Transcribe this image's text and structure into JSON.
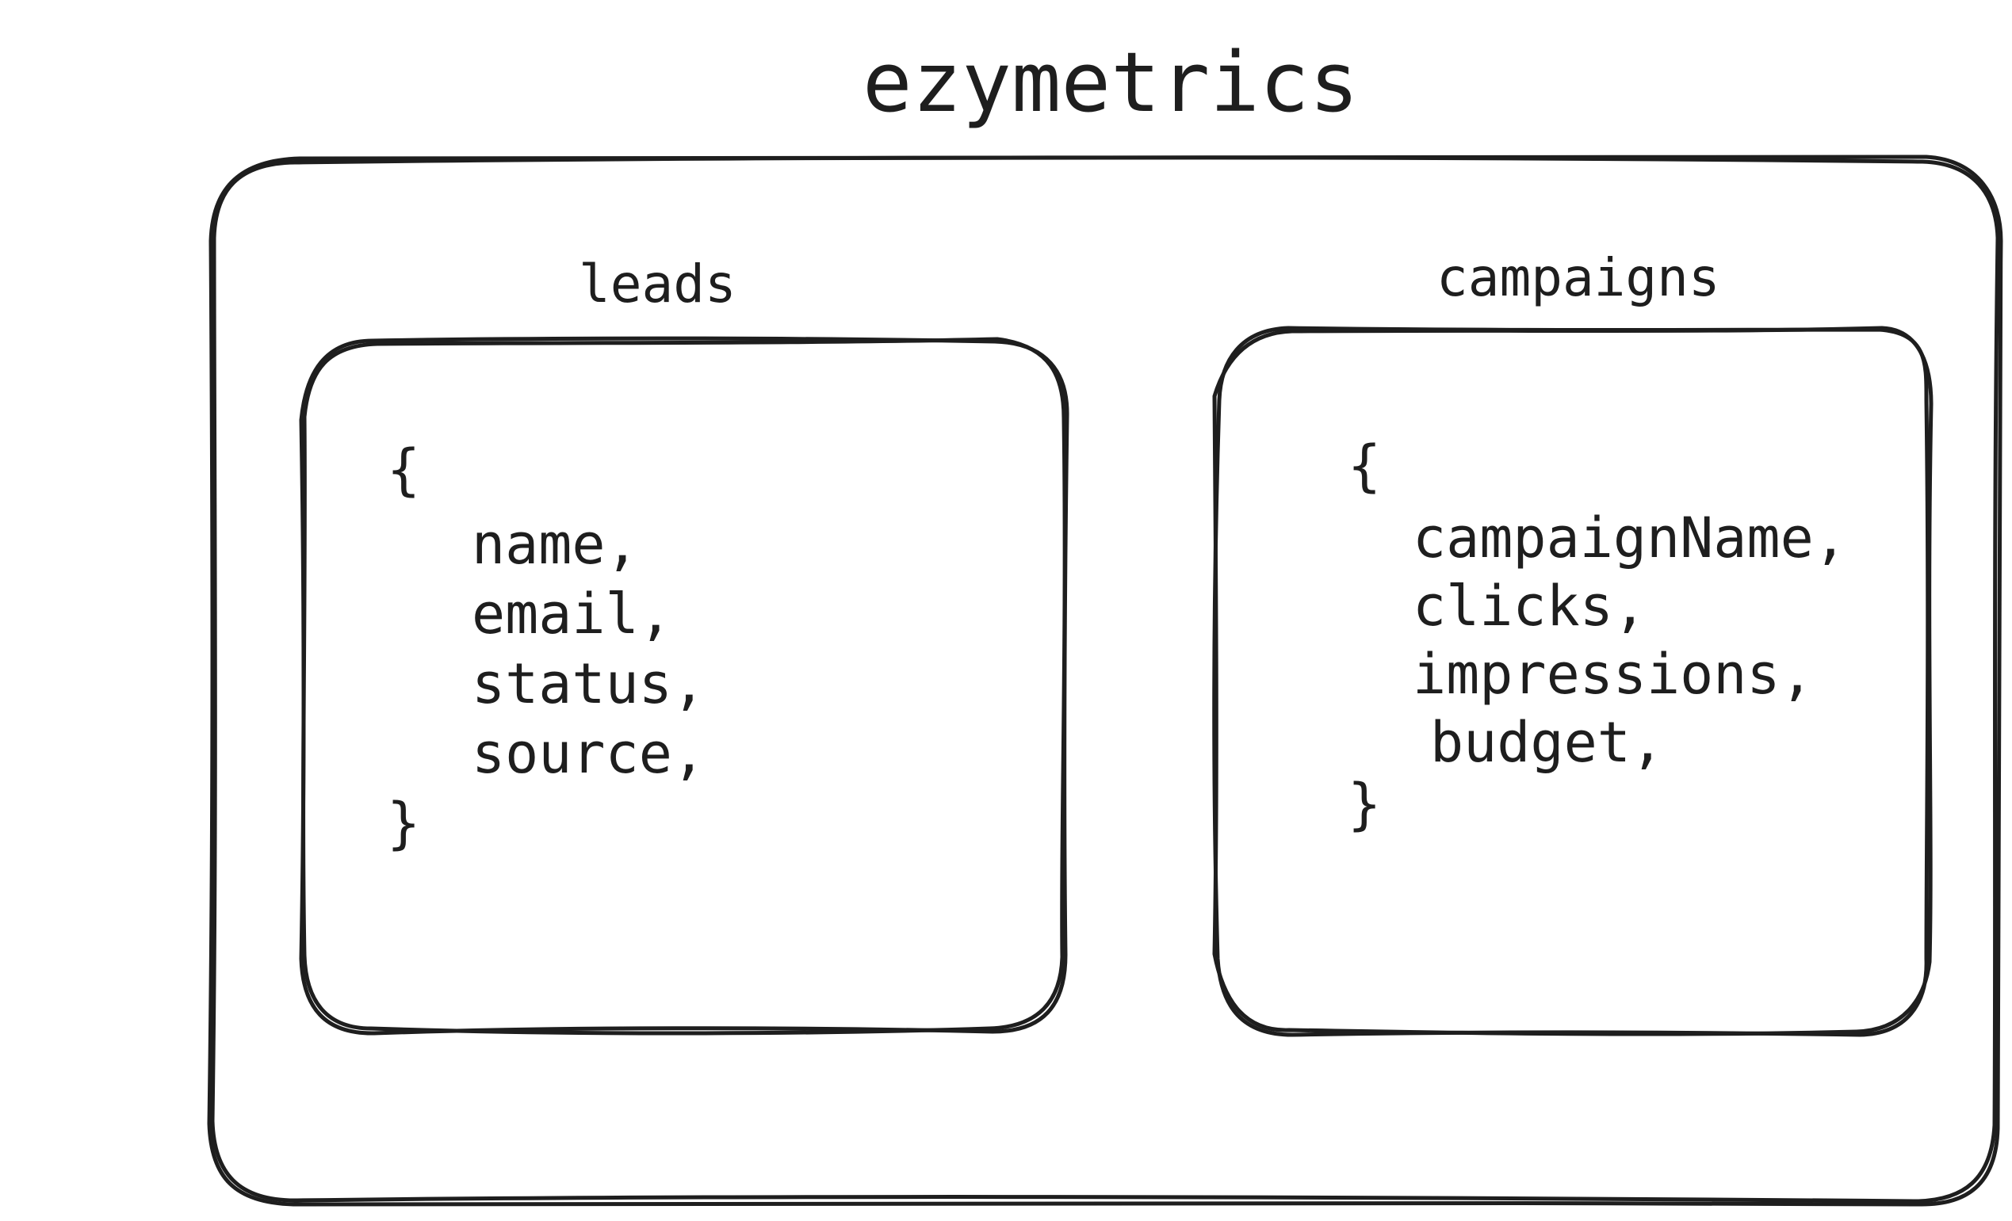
{
  "title": "ezymetrics",
  "collections": [
    {
      "label": "leads",
      "open_brace": "{",
      "fields": [
        "name,",
        "email,",
        "status,",
        "source,"
      ],
      "close_brace": "}"
    },
    {
      "label": "campaigns",
      "open_brace": "{",
      "fields": [
        "campaignName,",
        "clicks,",
        "impressions,",
        "budget,"
      ],
      "close_brace": "}"
    }
  ],
  "colors": {
    "stroke": "#1e1e1e",
    "background": "#ffffff"
  }
}
